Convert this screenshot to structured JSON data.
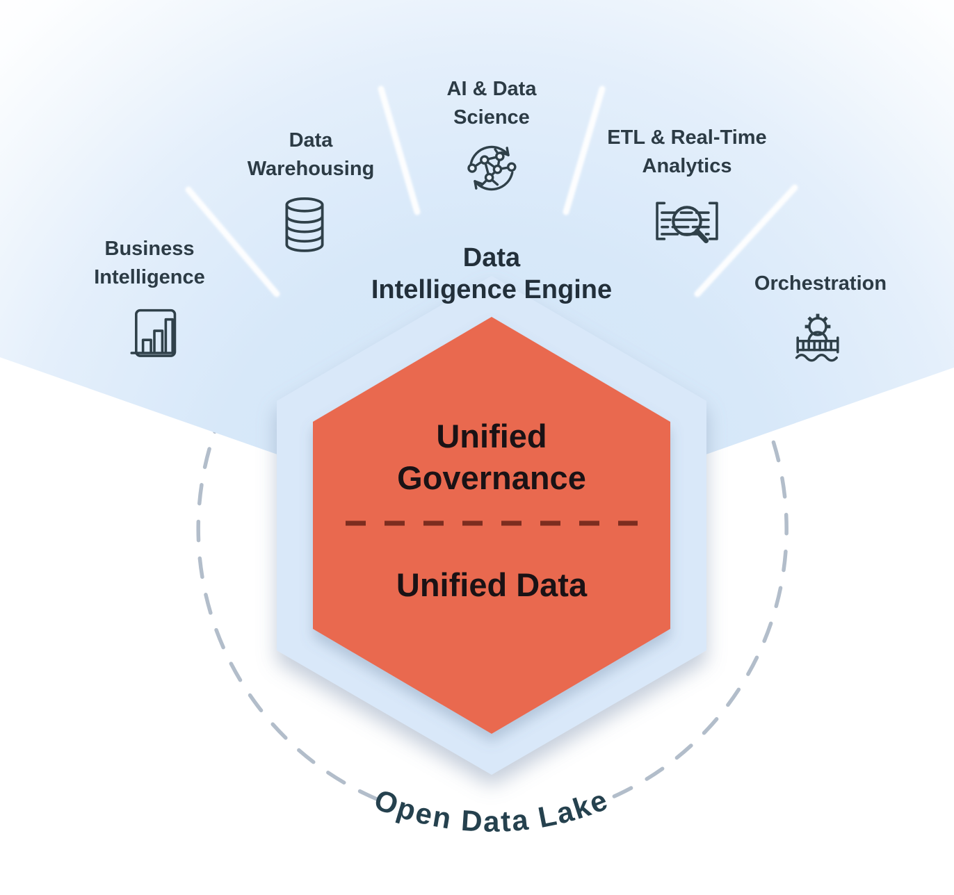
{
  "diagram": {
    "engine_title": {
      "line1": "Data",
      "line2": "Intelligence Engine"
    },
    "hexagon": {
      "governance_line1": "Unified",
      "governance_line2": "Governance",
      "data_label": "Unified Data"
    },
    "outer_ring_label": "Open Data Lake",
    "capabilities": [
      {
        "label_line1": "Business",
        "label_line2": "Intelligence",
        "icon": "bar-chart-icon"
      },
      {
        "label_line1": "Data",
        "label_line2": "Warehousing",
        "icon": "database-icon"
      },
      {
        "label_line1": "AI & Data",
        "label_line2": "Science",
        "icon": "network-graph-icon"
      },
      {
        "label_line1": "ETL & Real-Time",
        "label_line2": "Analytics",
        "icon": "pipeline-magnifier-icon"
      },
      {
        "label_line1": "Orchestration",
        "icon": "gear-bridge-icon"
      }
    ],
    "colors": {
      "hexagon_fill": "#E9694F",
      "hexagon_border": "#D9E8F9",
      "fan_blue": "#D5E6F8",
      "dashed_ring": "#B2BDCA",
      "divider_dash": "#7C2D1F",
      "label_text": "#2C3B45",
      "title_text": "#222F3A",
      "hexagon_text": "#1A1215",
      "icon_stroke": "#2F4049"
    }
  }
}
